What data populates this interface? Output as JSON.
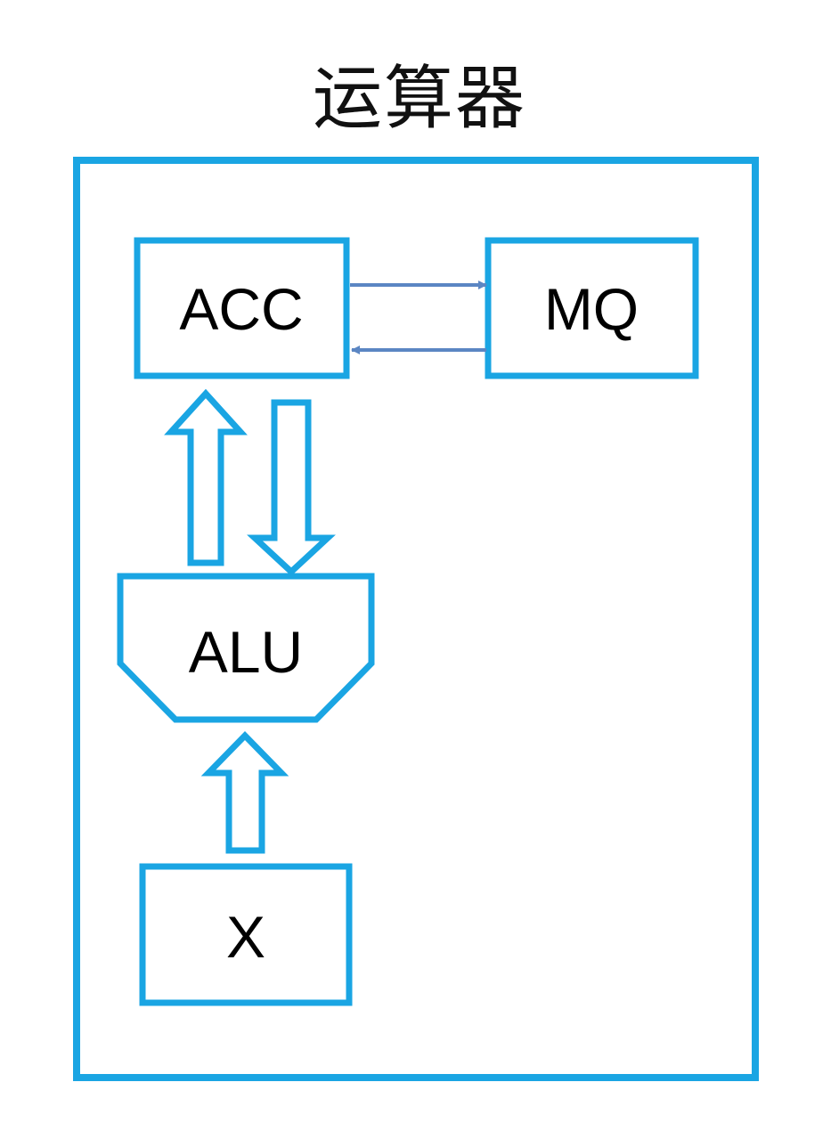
{
  "title": "运算器",
  "colors": {
    "outline": "#1aa5e3",
    "data_path_arrow": "#5b86c3",
    "text": "#000000",
    "background": "#ffffff"
  },
  "blocks": {
    "acc": "ACC",
    "mq": "MQ",
    "alu": "ALU",
    "x": "X"
  }
}
